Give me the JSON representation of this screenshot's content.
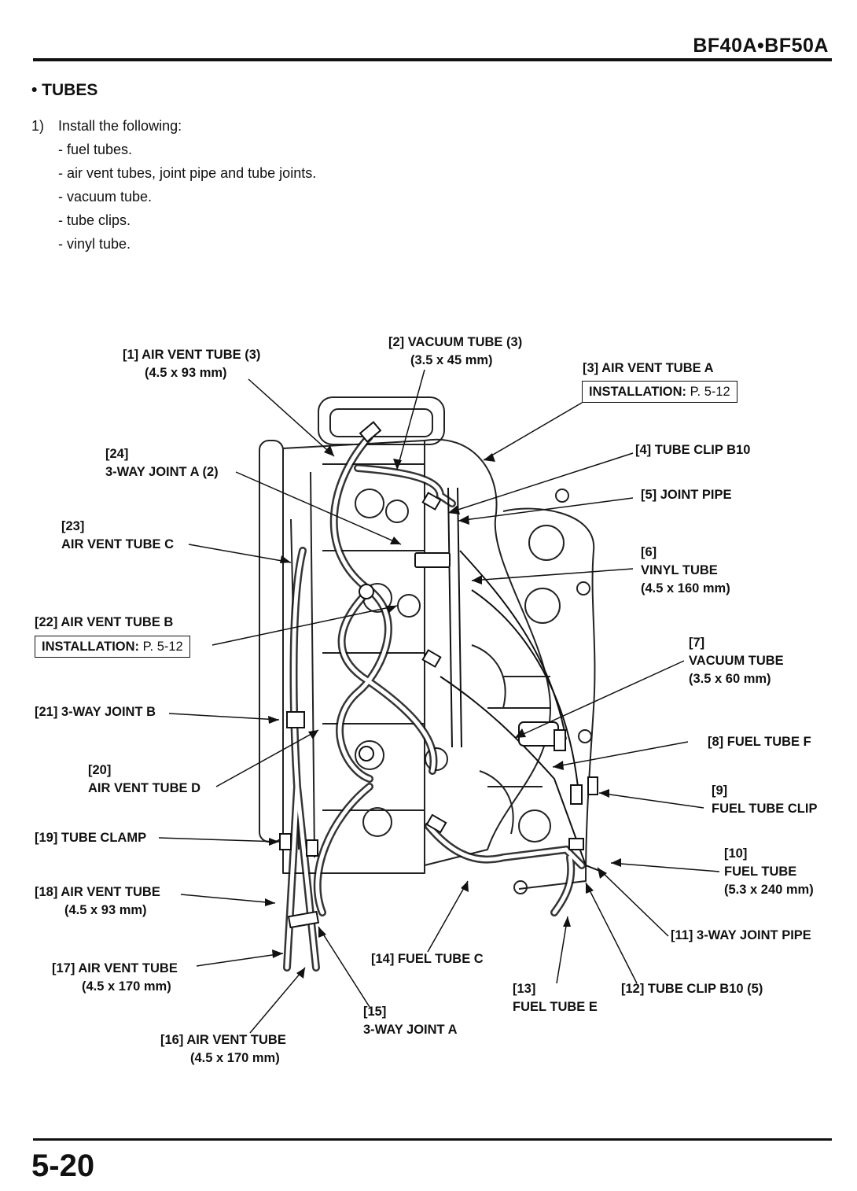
{
  "header": {
    "model": "BF40A•BF50A"
  },
  "section": {
    "title": "• TUBES"
  },
  "steps": {
    "number": "1)",
    "intro": "Install the following:",
    "items": [
      "- fuel tubes.",
      "- air vent tubes, joint pipe and tube joints.",
      "- vacuum tube.",
      "- tube clips.",
      "- vinyl tube."
    ]
  },
  "labels": {
    "l1": [
      "[1] AIR VENT TUBE (3)",
      "(4.5 x 93 mm)"
    ],
    "l2": [
      "[2] VACUUM TUBE (3)",
      "(3.5 x 45 mm)"
    ],
    "l3": [
      "[3] AIR VENT TUBE A"
    ],
    "l4": [
      "[4] TUBE CLIP B10"
    ],
    "l5": [
      "[5] JOINT PIPE"
    ],
    "l6": [
      "[6]",
      "VINYL TUBE",
      "(4.5 x 160 mm)"
    ],
    "l7": [
      "[7]",
      "VACUUM TUBE",
      "(3.5 x 60 mm)"
    ],
    "l8": [
      "[8] FUEL TUBE F"
    ],
    "l9": [
      "[9]",
      "FUEL TUBE CLIP"
    ],
    "l10": [
      "[10]",
      "FUEL TUBE",
      "(5.3 x 240 mm)"
    ],
    "l11": [
      "[11] 3-WAY JOINT PIPE"
    ],
    "l12": [
      "[12] TUBE CLIP B10 (5)"
    ],
    "l13": [
      "[13]",
      "FUEL TUBE E"
    ],
    "l14": [
      "[14] FUEL TUBE C"
    ],
    "l15": [
      "[15]",
      "3-WAY JOINT A"
    ],
    "l16": [
      "[16] AIR VENT TUBE",
      "(4.5 x 170 mm)"
    ],
    "l17": [
      "[17] AIR VENT TUBE",
      "(4.5 x 170 mm)"
    ],
    "l18": [
      "[18] AIR VENT TUBE",
      "(4.5 x 93 mm)"
    ],
    "l19": [
      "[19] TUBE CLAMP"
    ],
    "l20": [
      "[20]",
      "AIR VENT TUBE D"
    ],
    "l21": [
      "[21] 3-WAY JOINT B"
    ],
    "l22": [
      "[22] AIR VENT TUBE B"
    ],
    "l23": [
      "[23]",
      "AIR VENT TUBE C"
    ],
    "l24": [
      "[24]",
      "3-WAY JOINT A (2)"
    ]
  },
  "installation_refs": {
    "a": {
      "label": "INSTALLATION:",
      "page": "P. 5-12"
    },
    "b": {
      "label": "INSTALLATION:",
      "page": "P. 5-12"
    }
  },
  "footer": {
    "page_number": "5-20"
  }
}
